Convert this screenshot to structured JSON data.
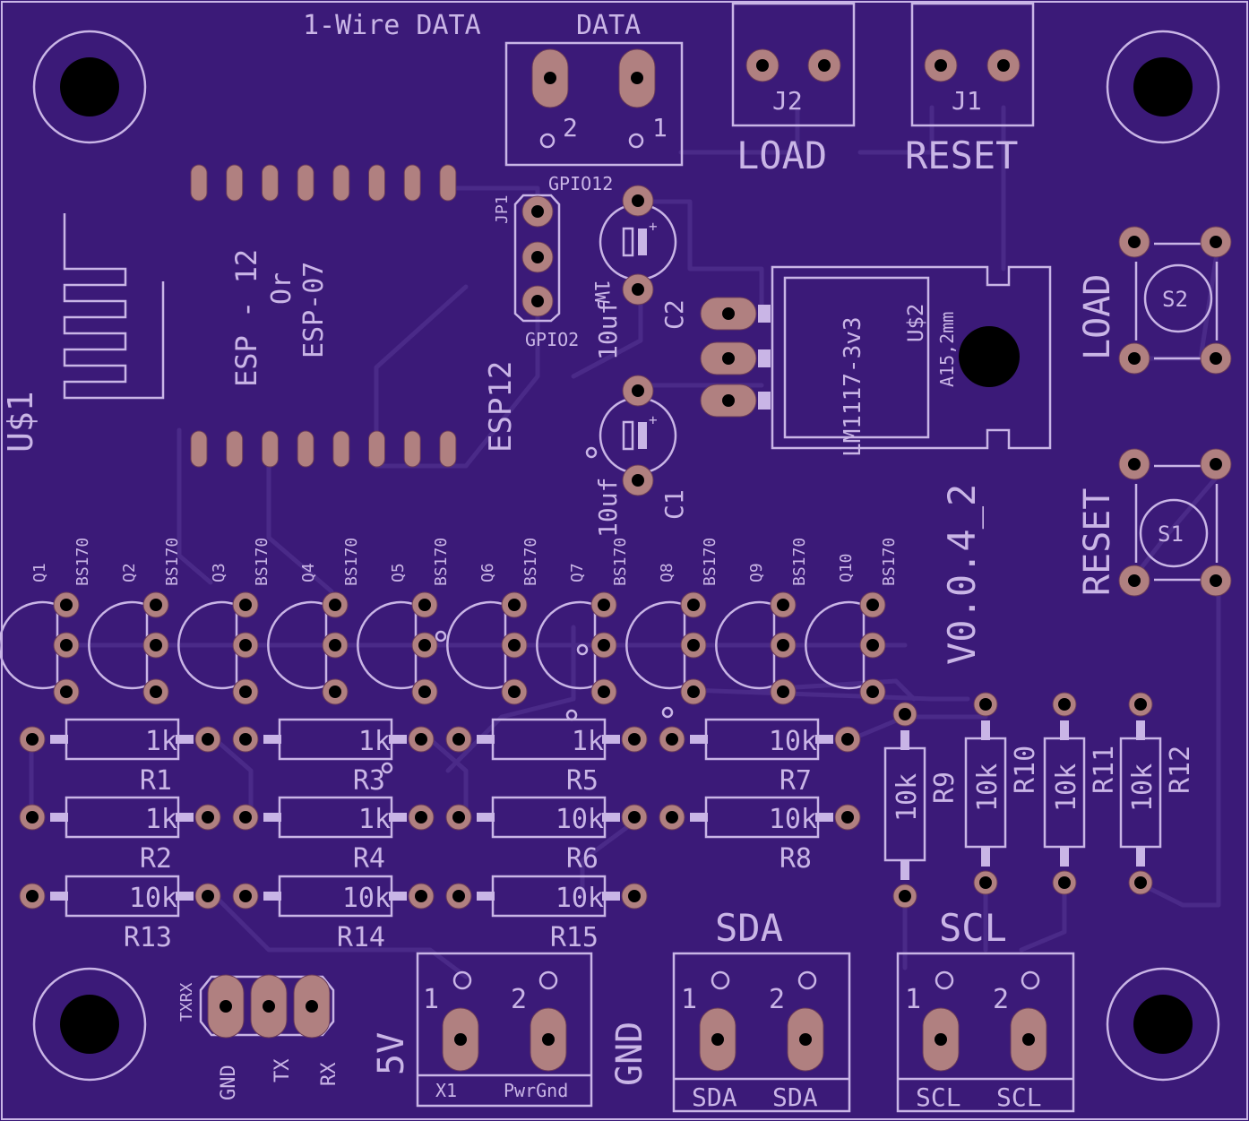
{
  "board": {
    "bg": "#3b1a78",
    "silk": "#c9b5e6",
    "copper": "#b08080",
    "version": "V0.0.4_2",
    "u1_label": "U$1"
  },
  "header": {
    "onewire": "1-Wire DATA",
    "data": "DATA",
    "pin2": "2",
    "pin1": "1"
  },
  "j2": {
    "ref": "J2",
    "label": "LOAD"
  },
  "j1": {
    "ref": "J1",
    "label": "RESET"
  },
  "esp": {
    "line1": "ESP - 12",
    "line2": "Or",
    "line3": "ESP-07",
    "name": "ESP12"
  },
  "jp1": {
    "ref": "JP1",
    "top": "GPIO12",
    "bottom": "GPIO2",
    "val": "1W"
  },
  "c2": {
    "ref": "C2",
    "val": "10uf"
  },
  "c1": {
    "ref": "C1",
    "val": "10uf"
  },
  "u2": {
    "part": "LM1117-3v3",
    "ref": "U$2",
    "pkg": "A15,2mm"
  },
  "s2": {
    "ref": "S2",
    "label": "LOAD"
  },
  "s1": {
    "ref": "S1",
    "label": "RESET"
  },
  "transistors": [
    {
      "ref": "Q1",
      "val": "BS170"
    },
    {
      "ref": "Q2",
      "val": "BS170"
    },
    {
      "ref": "Q3",
      "val": "BS170"
    },
    {
      "ref": "Q4",
      "val": "BS170"
    },
    {
      "ref": "Q5",
      "val": "BS170"
    },
    {
      "ref": "Q6",
      "val": "BS170"
    },
    {
      "ref": "Q7",
      "val": "BS170"
    },
    {
      "ref": "Q8",
      "val": "BS170"
    },
    {
      "ref": "Q9",
      "val": "BS170"
    },
    {
      "ref": "Q10",
      "val": "BS170"
    }
  ],
  "resistors_h": [
    {
      "ref": "R1",
      "val": "1k"
    },
    {
      "ref": "R3",
      "val": "1k"
    },
    {
      "ref": "R5",
      "val": "1k"
    },
    {
      "ref": "R7",
      "val": "10k"
    },
    {
      "ref": "R2",
      "val": "1k"
    },
    {
      "ref": "R4",
      "val": "1k"
    },
    {
      "ref": "R6",
      "val": "10k"
    },
    {
      "ref": "R8",
      "val": "10k"
    },
    {
      "ref": "R13",
      "val": "10k"
    },
    {
      "ref": "R14",
      "val": "10k"
    },
    {
      "ref": "R15",
      "val": "10k"
    }
  ],
  "resistors_v": [
    {
      "ref": "R9",
      "val": "10k"
    },
    {
      "ref": "R10",
      "val": "10k"
    },
    {
      "ref": "R11",
      "val": "10k"
    },
    {
      "ref": "R12",
      "val": "10k"
    }
  ],
  "serial": {
    "txrx": "TXRX",
    "gnd": "GND",
    "tx": "TX",
    "rx": "RX"
  },
  "power": {
    "left": "5V",
    "right": "GND",
    "pin1": "1",
    "pin2": "2",
    "pad1": "X1",
    "pad2": "PwrGnd"
  },
  "sda": {
    "title": "SDA",
    "pin1": "1",
    "pin2": "2",
    "pad1": "SDA",
    "pad2": "SDA"
  },
  "scl": {
    "title": "SCL",
    "pin1": "1",
    "pin2": "2",
    "pad1": "SCL",
    "pad2": "SCL"
  }
}
